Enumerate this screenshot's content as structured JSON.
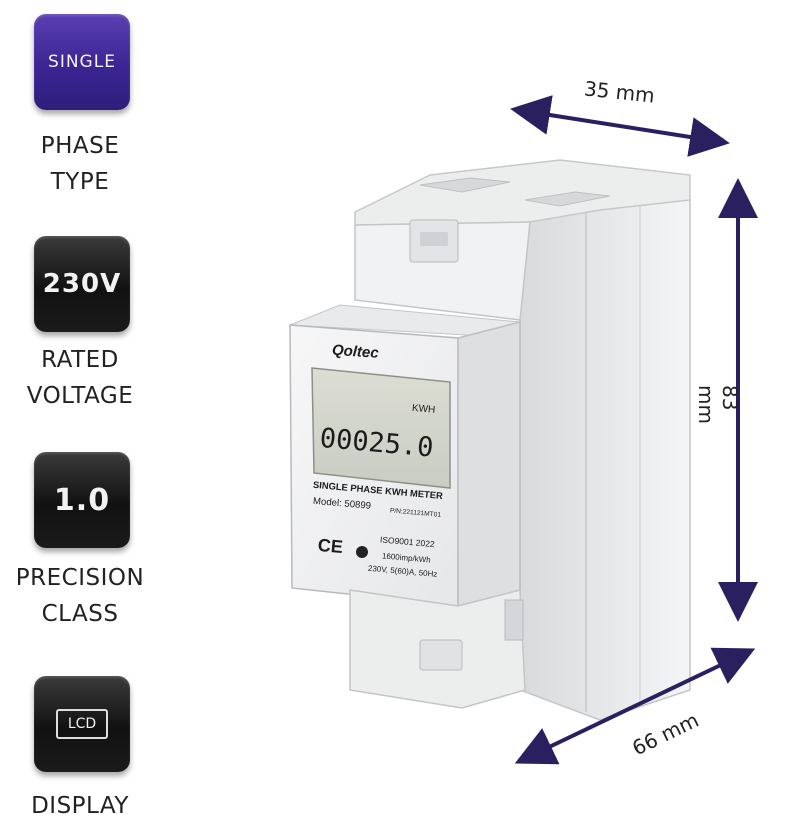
{
  "features": [
    {
      "value": "SINGLE",
      "label_line1": "PHASE",
      "label_line2": "TYPE",
      "accent": true
    },
    {
      "value": "230V",
      "label_line1": "RATED",
      "label_line2": "VOLTAGE",
      "accent": false
    },
    {
      "value": "1.0",
      "label_line1": "PRECISION",
      "label_line2": "CLASS",
      "accent": false
    },
    {
      "value": "LCD",
      "label_line1": "DISPLAY",
      "label_line2": "",
      "accent": false
    }
  ],
  "dimensions": {
    "width": "35 mm",
    "height": "83 mm",
    "depth": "66 mm"
  },
  "meter": {
    "brand": "Qoltec",
    "unit": "KWH",
    "reading": "00025.0",
    "product_title": "SINGLE PHASE KWH METER",
    "model": "Model: 50899",
    "part_number": "P/N:221121MT01",
    "standard": "ISO9001 2022",
    "impulse": "1600imp/kWh",
    "rating": "230V, 5(60)A, 50Hz"
  },
  "colors": {
    "accent": "#3a2592",
    "arrow": "#2a2060",
    "button_dark": "#151515"
  }
}
